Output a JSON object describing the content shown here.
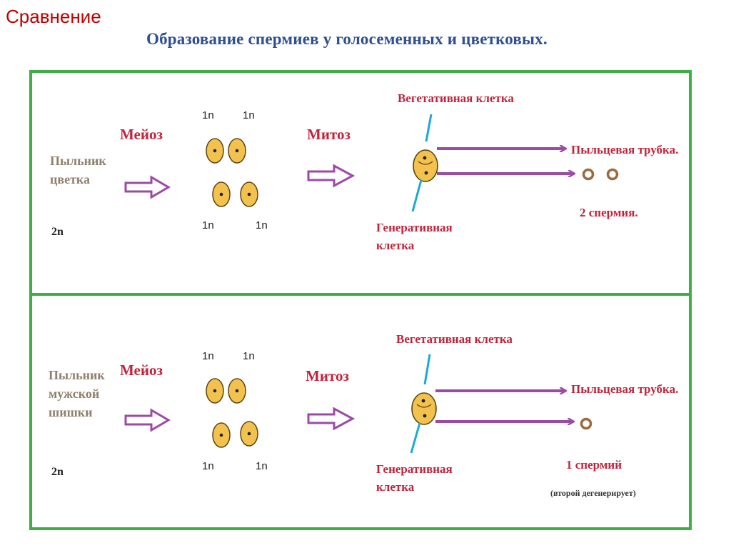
{
  "heading": "Сравнение",
  "subtitle": "Образование спермиев  у голосеменных и цветковых.",
  "colors": {
    "accent_red": "#c2223a",
    "title_blue": "#2e4f93",
    "frame_green": "#3cb044",
    "arrow_purple": "#9b4ba6",
    "cell_fill": "#f2c14e"
  },
  "rows": [
    {
      "source_lines": [
        "Пыльник",
        "цветка"
      ],
      "ploidy": "2n",
      "meiosis": "Мейоз",
      "mitosis": "Митоз",
      "haploid_labels": [
        "1n",
        "1n",
        "1n",
        "1n"
      ],
      "vegetative_cell": "Вегетативная клетка",
      "generative_cell_lines": [
        "Генеративная",
        "клетка"
      ],
      "pollen_tube": "Пыльцевая трубка.",
      "sperm_result": "2 спермия.",
      "sperm_count": 2
    },
    {
      "source_lines": [
        "Пыльник",
        "мужской",
        "шишки"
      ],
      "ploidy": "2n",
      "meiosis": "Мейоз",
      "mitosis": "Митоз",
      "haploid_labels": [
        "1n",
        "1n",
        "1n",
        "1n"
      ],
      "vegetative_cell": "Вегетативная клетка",
      "generative_cell_lines": [
        "Генеративная",
        "клетка"
      ],
      "pollen_tube": "Пыльцевая трубка.",
      "sperm_result": "1 спермий",
      "sperm_note": "(второй дегенерирует)",
      "sperm_count": 1
    }
  ]
}
